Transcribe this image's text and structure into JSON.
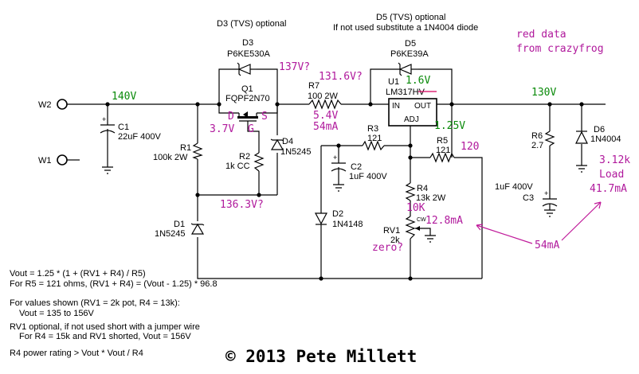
{
  "labels": {
    "d3_opt": "D3 (TVS) optional",
    "d3": "D3",
    "d3_part": "P6KE530A",
    "d5_opt": "D5 (TVS) optional",
    "d5_sub": "If not used substitute a 1N4004 diode",
    "d5": "D5",
    "d5_part": "P6KE39A",
    "q1": "Q1",
    "q1_part": "FQPF2N70",
    "r7": "R7",
    "r7_val": "100 2W",
    "u1": "U1",
    "u1_part": "LM317HV",
    "u1_in": "IN",
    "u1_out": "OUT",
    "u1_adj": "ADJ",
    "w2": "W2",
    "w1": "W1",
    "c1": "C1",
    "c1_val": "22uF 400V",
    "r1": "R1",
    "r1_val": "100k 2W",
    "r2": "R2",
    "r2_val": "1k CC",
    "d4": "D4",
    "d4_part": "1N5245",
    "d1": "D1",
    "d1_part": "1N5245",
    "r3": "R3",
    "r3_val": "121",
    "c2": "C2",
    "c2_val": "1uF 400V",
    "d2": "D2",
    "d2_part": "1N4148",
    "r4": "R4",
    "r4_val": "13k 2W",
    "rv1": "RV1",
    "rv1_val": "2k",
    "rv1_ccw": "CW",
    "r5": "R5",
    "r5_val": "121",
    "r6": "R6",
    "r6_val": "2.7",
    "c3": "C3",
    "c3_val": "1uF 400V",
    "d6": "D6",
    "d6_part": "1N4004"
  },
  "annotations": {
    "v140": "140V",
    "v137": "137V?",
    "v131": "131.6V?",
    "v1_6": "1.6V",
    "v130": "130V",
    "pin_d": "D",
    "pin_s": "S",
    "pin_g": "G",
    "v3_7": "3.7V",
    "r7_v": "5.4V",
    "r7_i": "54mA",
    "v1_25": "1.25V",
    "r5_120": "120",
    "v136": "136.3V?",
    "r4_10k": "10K",
    "i12_8": "12.8mA",
    "zero": "zero?",
    "i54": "54mA",
    "load_r": "3.12k",
    "load": "Load",
    "load_i": "41.7mA",
    "red_data_1": "red data",
    "red_data_2": "from crazyfrog"
  },
  "notes": [
    "Vout = 1.25 * (1 + (RV1 + R4) / R5)",
    "For R5 = 121 ohms, (RV1 + R4) = (Vout - 1.25) * 96.8",
    "For values shown (RV1 = 2k pot, R4 = 13k):",
    "Vout = 135 to 156V",
    "RV1 optional, if not used short with a jumper wire",
    "For R4 = 15k and RV1 shorted, Vout = 156V",
    "R4 power rating > Vout * Vout / R4"
  ],
  "copyright": "© 2013 Pete Millett",
  "colors": {
    "wire": "#000000",
    "annotation_magenta": "#b0199c",
    "annotation_green": "#0a8a0a",
    "strikeout_red": "#d6005e"
  }
}
